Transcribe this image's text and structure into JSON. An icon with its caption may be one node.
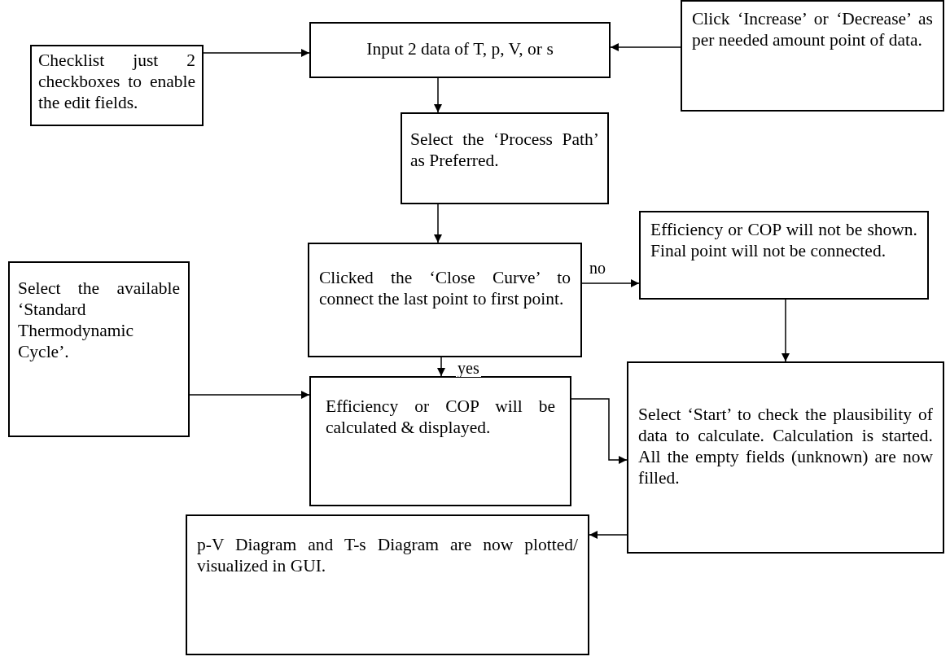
{
  "diagram": {
    "nodes": [
      {
        "text": [
          "Checklist just 2 checkboxes to enable the edit fields."
        ]
      },
      {
        "text": [
          "Input 2 data of T, p, V, or s"
        ]
      },
      {
        "text": [
          "Click ‘Increase’ or ‘Decrease’ as per needed amount point of data."
        ]
      },
      {
        "text": [
          "Select the ‘Process Path’ as Preferred."
        ]
      },
      {
        "text": [
          "Clicked the ‘Close Curve’ to connect the last point to first point."
        ]
      },
      {
        "text": [
          "Efficiency or COP will not be shown. Final point will not be connected."
        ]
      },
      {
        "text": [
          "Select the available ‘Standard Thermodynamic Cycle’."
        ]
      },
      {
        "text": [
          "Efficiency or COP will be calculated & displayed."
        ]
      },
      {
        "text": [
          "Select ‘Start’ to check the plausibility of data to calculate. Calculation is started. All the empty fields (unknown) are now filled."
        ]
      },
      {
        "text": [
          "p-V Diagram and T-s Diagram are now plotted/ visualized in GUI."
        ]
      }
    ],
    "edges": [
      {
        "from": 0,
        "to": 1,
        "arrow": "to"
      },
      {
        "from": 2,
        "to": 1,
        "arrow": "to"
      },
      {
        "from": 1,
        "to": 3,
        "arrow": "to"
      },
      {
        "from": 3,
        "to": 4,
        "arrow": "to"
      },
      {
        "from": 4,
        "to": 5,
        "arrow": "to",
        "label": "no"
      },
      {
        "from": 4,
        "to": 7,
        "arrow": "to",
        "label": "yes"
      },
      {
        "from": 6,
        "to": 7,
        "arrow": "to"
      },
      {
        "from": 7,
        "to": 8,
        "arrow": "to"
      },
      {
        "from": 5,
        "to": 8,
        "arrow": "to"
      },
      {
        "from": 8,
        "to": 9,
        "arrow": "to"
      }
    ]
  }
}
